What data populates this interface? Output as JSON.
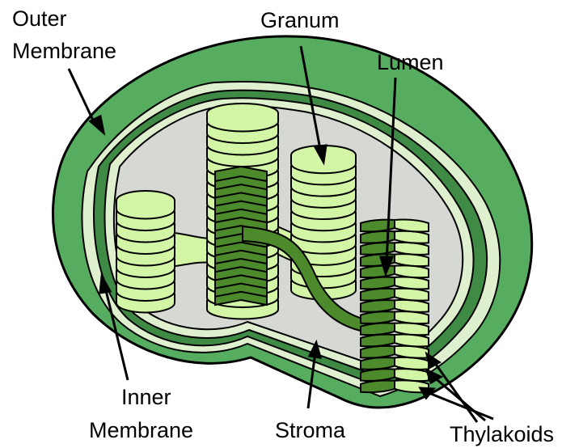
{
  "labels": {
    "outer_membrane": [
      "Outer",
      "Membrane"
    ],
    "granum": "Granum",
    "lumen": "Lumen",
    "inner_membrane": [
      "Inner",
      "Membrane"
    ],
    "stroma": "Stroma",
    "thylakoids": "Thylakoids"
  },
  "colors": {
    "outer_membrane": "#56ad5f",
    "inner_membrane": "#3f8b45",
    "membrane_gap": "#dff0cf",
    "stroma": "#d5d8d3",
    "thylakoid_light": "#d3f5a6",
    "thylakoid_dark": "#4c8a2b",
    "outline": "#000000"
  }
}
